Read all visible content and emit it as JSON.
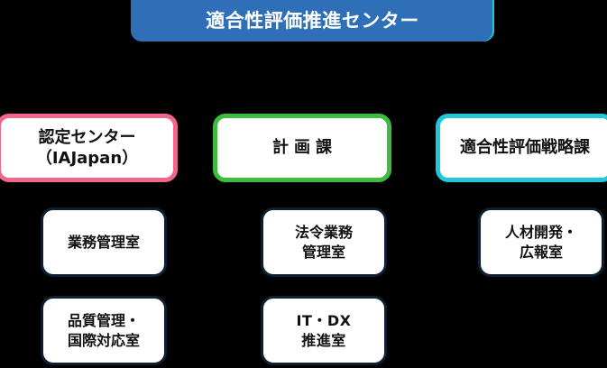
{
  "colors": {
    "background": "#000000",
    "banner_fill": "#2e6fb7",
    "banner_text": "#ffffff",
    "accreditation_border": "#f2668b",
    "planning_border": "#3dbd3d",
    "strategy_border": "#21c7d6",
    "office_border": "#0b2133",
    "box_fill": "#ffffff",
    "box_text": "#111111"
  },
  "chart_data": {
    "type": "diagram",
    "title": "適合性評価推進センター",
    "layout": "organization-tree",
    "levels": 3,
    "columns": 3
  },
  "root": {
    "label": "適合性評価推進センター"
  },
  "divisions": [
    {
      "id": "accreditation-center",
      "label": "認定センター\n（IAJapan）",
      "accent": "#f2668b",
      "offices": [
        {
          "id": "operations-management-office",
          "label": "業務管理室"
        },
        {
          "id": "quality-international-office",
          "label": "品質管理・\n国際対応室"
        }
      ]
    },
    {
      "id": "planning-division",
      "label": "計画課",
      "accent": "#3dbd3d",
      "offices": [
        {
          "id": "legal-affairs-management-office",
          "label": "法令業務\n管理室"
        },
        {
          "id": "it-dx-promotion-office",
          "label": "IT・DX\n推進室"
        }
      ]
    },
    {
      "id": "conformity-strategy-division",
      "label": "適合性評価戦略課",
      "accent": "#21c7d6",
      "offices": [
        {
          "id": "hr-development-pr-office",
          "label": "人材開発・\n広報室"
        }
      ]
    }
  ]
}
